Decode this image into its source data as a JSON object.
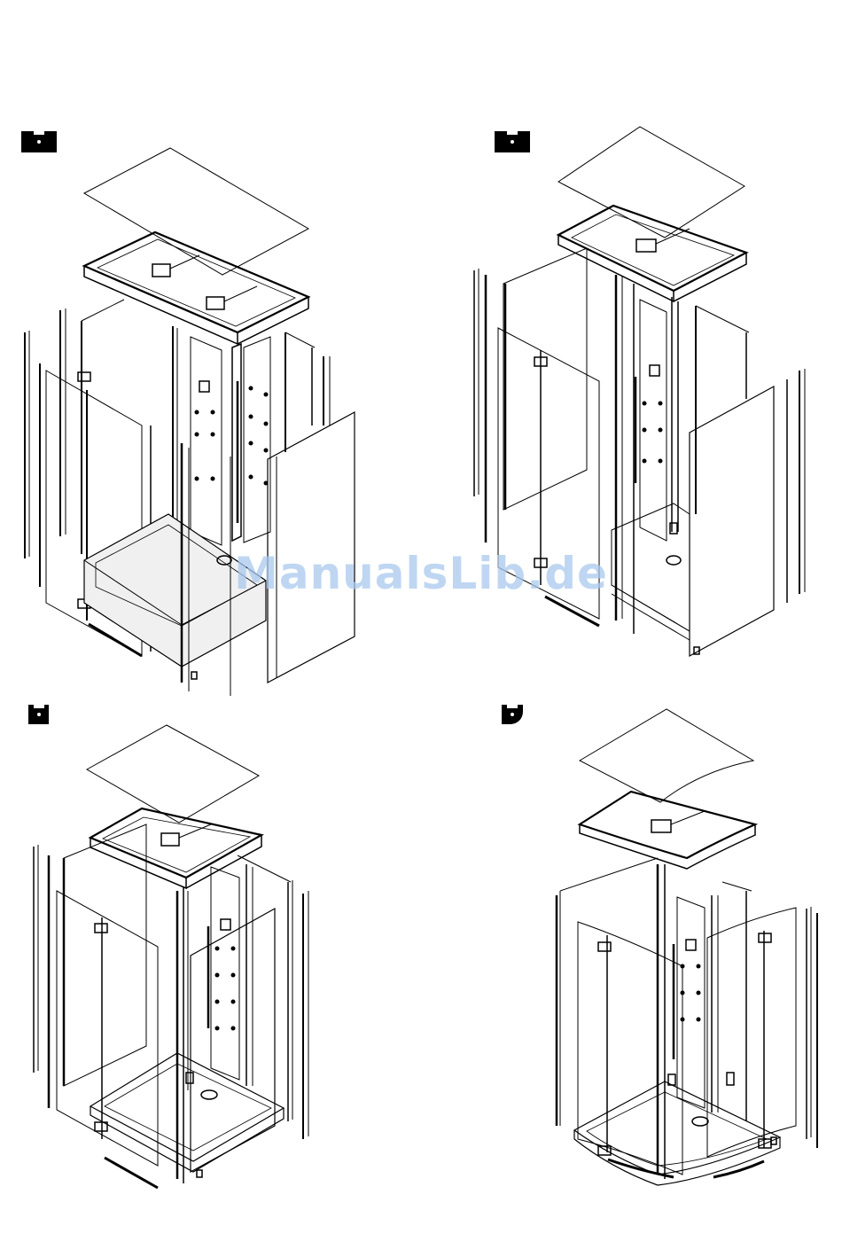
{
  "watermark": {
    "text": "ManualsLib.de"
  },
  "figures": [
    {
      "id": "a",
      "shape": "rectangular-enclosure"
    },
    {
      "id": "b",
      "shape": "square-enclosure"
    },
    {
      "id": "c",
      "shape": "square-enclosure"
    },
    {
      "id": "d",
      "shape": "quadrant-enclosure"
    }
  ],
  "colors": {
    "line": "#000000",
    "tray": "#f0f0f0",
    "background": "#ffffff",
    "watermark": "#aac9ee"
  }
}
